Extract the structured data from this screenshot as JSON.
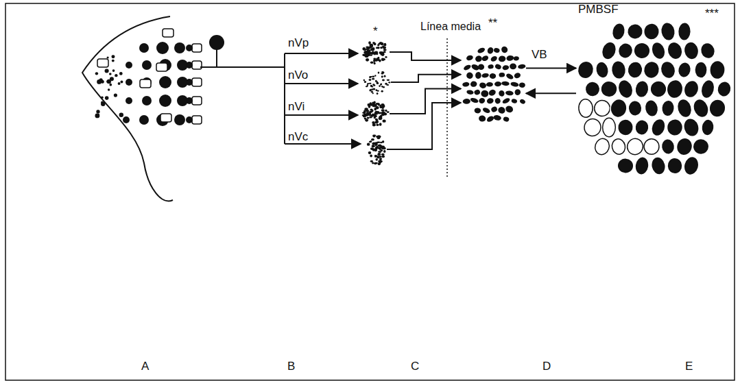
{
  "diagram": {
    "nodes": [
      {
        "text": [
          "nVp",
          "*"
        ]
      },
      {
        "text": [
          "nVo"
        ]
      },
      {
        "text": [
          "nVi"
        ]
      },
      {
        "text": [
          "nVc"
        ]
      },
      {
        "text": [
          "VB",
          "**"
        ]
      },
      {
        "text": [
          "PMBSF",
          "***"
        ]
      }
    ],
    "edges": [
      {
        "from": 0,
        "to": 4,
        "arrow": "to"
      },
      {
        "from": 1,
        "to": 4,
        "arrow": "to"
      },
      {
        "from": 2,
        "to": 4,
        "arrow": "to"
      },
      {
        "from": 3,
        "to": 4,
        "arrow": "to"
      },
      {
        "from": 4,
        "to": 5,
        "arrow": "to"
      },
      {
        "from": 5,
        "to": 4,
        "arrow": "to"
      }
    ],
    "labels": [
      "Línea media",
      "A",
      "B",
      "C",
      "D",
      "E"
    ]
  }
}
